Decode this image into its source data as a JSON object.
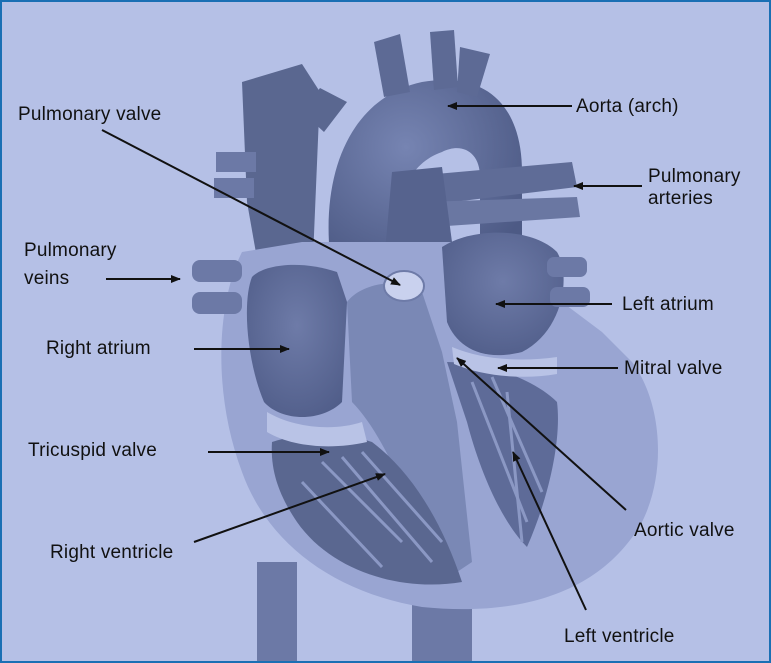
{
  "colors": {
    "background": "#b5c0e6",
    "border": "#1a6fb4",
    "tissue_dark": "#5a6790",
    "tissue_mid": "#8593bd",
    "tissue_light": "#aab5dd"
  },
  "labels": {
    "pulmonary_valve": "Pulmonary valve",
    "aorta_arch": "Aorta (arch)",
    "pulmonary_arteries_line1": "Pulmonary",
    "pulmonary_arteries_line2": "arteries",
    "pulmonary_veins_line1": "Pulmonary",
    "pulmonary_veins_line2": "veins",
    "left_atrium": "Left atrium",
    "right_atrium": "Right atrium",
    "mitral_valve": "Mitral valve",
    "tricuspid_valve": "Tricuspid valve",
    "right_ventricle": "Right ventricle",
    "aortic_valve": "Aortic valve",
    "left_ventricle": "Left ventricle"
  }
}
